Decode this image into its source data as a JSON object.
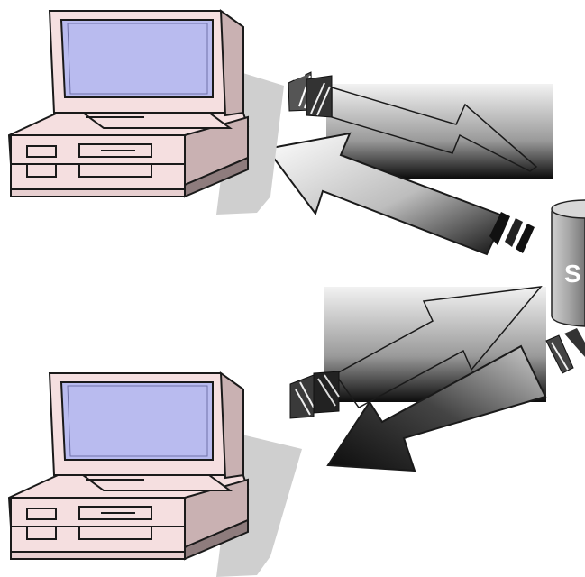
{
  "diagram": {
    "server": {
      "label": "S",
      "icon": "database-server-icon"
    },
    "clients": [
      {
        "icon": "desktop-computer-icon"
      },
      {
        "icon": "desktop-computer-icon"
      }
    ],
    "arrows": [
      {
        "from": "client-1",
        "to": "server",
        "icon": "request-arrow-icon"
      },
      {
        "from": "server",
        "to": "client-1",
        "icon": "response-arrow-icon"
      },
      {
        "from": "client-2",
        "to": "server",
        "icon": "request-arrow-icon"
      },
      {
        "from": "server",
        "to": "client-2",
        "icon": "response-arrow-icon"
      }
    ],
    "colors": {
      "monitor_case": "#F5DFE0",
      "screen": "#B9BBEF",
      "outline": "#1a1a1a",
      "shadow": "#cfcfcf",
      "server_body": "#9a9a9a"
    }
  }
}
